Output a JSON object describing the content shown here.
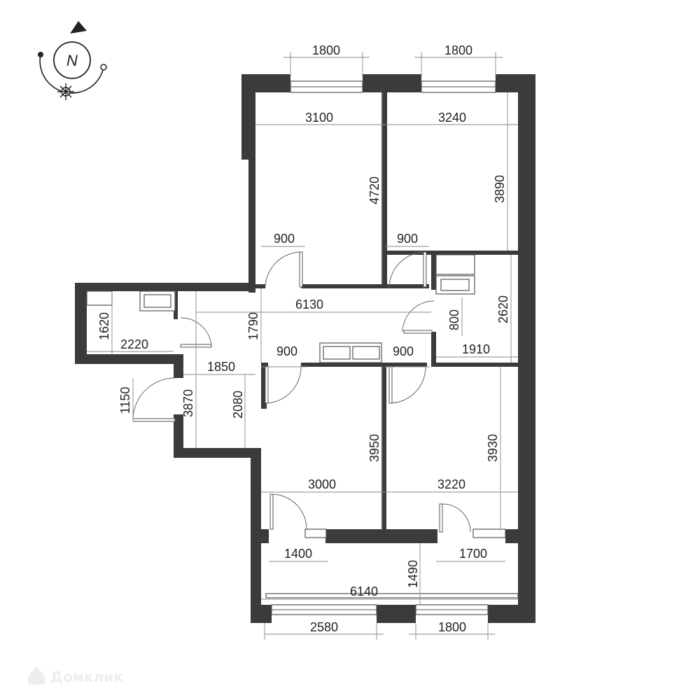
{
  "compass": {
    "letter": "N"
  },
  "watermark": {
    "text": "Домклик"
  },
  "dimensions": {
    "win_top_left": "1800",
    "win_top_right": "1800",
    "room_tl_width": "3100",
    "room_tr_width": "3240",
    "room_tl_depth": "4720",
    "room_tr_depth": "3890",
    "door_tl": "900",
    "door_tr": "900",
    "corridor_len": "6130",
    "corridor_w": "1790",
    "bath_depth": "2620",
    "bath_door": "800",
    "bath_width": "1910",
    "wc_depth": "1620",
    "wc_width": "2220",
    "hall_width": "1850",
    "entry_door": "1150",
    "hall_depth": "3870",
    "hall_short": "2080",
    "door_bl": "900",
    "door_br": "900",
    "room_bl_depth": "3950",
    "room_br_depth": "3930",
    "room_bl_width": "3000",
    "room_br_width": "3220",
    "balc_door_l": "1400",
    "balc_door_r": "1700",
    "balcony_depth": "1490",
    "balcony_len": "6140",
    "win_bot_left": "2580",
    "win_bot_right": "1800"
  }
}
